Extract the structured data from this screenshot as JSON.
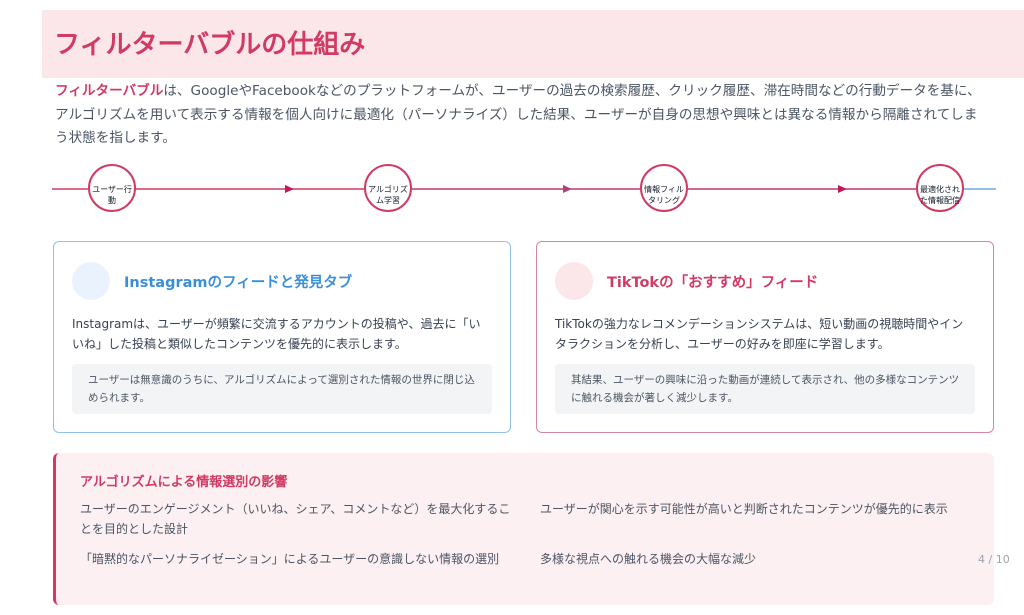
{
  "header": {
    "title": "フィルターバブルの仕組み"
  },
  "intro": {
    "term": "フィルターバブル",
    "text": "は、GoogleやFacebookなどのプラットフォームが、ユーザーの過去の検索履歴、クリック履歴、滞在時間などの行動データを基に、アルゴリズムを用いて表示する情報を個人向けに最適化（パーソナライズ）した結果、ユーザーが自身の思想や興味とは異なる情報から隔離されてしまう状態を指します。"
  },
  "flow": {
    "steps": [
      {
        "label": "ユーザー行動"
      },
      {
        "label": "アルゴリズム学習"
      },
      {
        "label": "情報フィルタリング"
      },
      {
        "label": "最適化された情報配信"
      }
    ],
    "colors": {
      "line": "#d13a63",
      "arrow": "#c2185b",
      "end": "#6fa8dc"
    }
  },
  "cards": [
    {
      "title": "Instagramのフィードと発見タブ",
      "body": "Instagramは、ユーザーが頻繁に交流するアカウントの投稿や、過去に「いいね」した投稿と類似したコンテンツを優先的に表示します。",
      "note": "ユーザーは無意識のうちに、アルゴリズムによって選別された情報の世界に閉じ込められます。",
      "accent": "#3b8fd9"
    },
    {
      "title": "TikTokの「おすすめ」フィード",
      "body": "TikTokの強力なレコメンデーションシステムは、短い動画の視聴時間やインタラクションを分析し、ユーザーの好みを即座に学習します。",
      "note": "其結果、ユーザーの興味に沿った動画が連続して表示され、他の多様なコンテンツに触れる機会が著しく減少します。",
      "accent": "#d13a63"
    }
  ],
  "impact": {
    "title": "アルゴリズムによる情報選別の影響",
    "items": [
      "ユーザーのエンゲージメント（いいね、シェア、コメントなど）を最大化することを目的とした設計",
      "ユーザーが関心を示す可能性が高いと判断されたコンテンツが優先的に表示",
      "「暗黙的なパーソナライゼーション」によるユーザーの意識しない情報の選別",
      "多様な視点への触れる機会の大幅な減少"
    ]
  },
  "page": {
    "number": "4 / 10"
  },
  "colors": {
    "brand": "#d13a63",
    "blue": "#3b8fd9",
    "title_band": "#fbe6ea",
    "impact_bg": "#fdf0f2"
  }
}
